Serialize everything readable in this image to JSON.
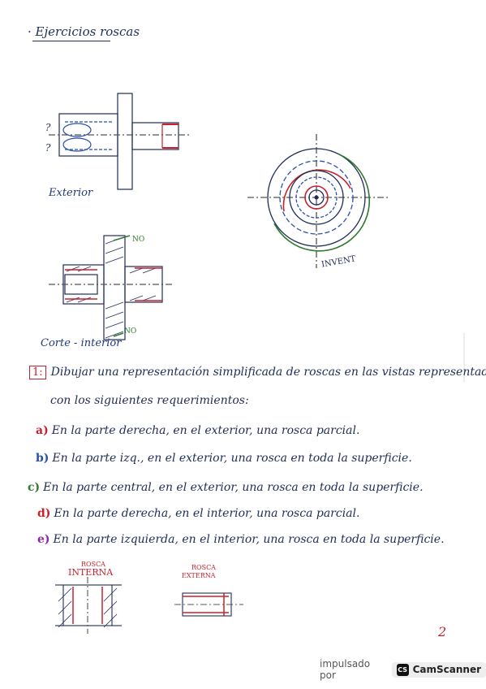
{
  "page": {
    "title": "· Ejercicios roscas",
    "labels": {
      "exterior": "Exterior",
      "corte_interior": "Corte - interior",
      "no_top": "NO",
      "no_bottom": "NO",
      "invent": "INVENT",
      "question": "?"
    },
    "exercise": {
      "number": "1:",
      "statement_line1": "Dibujar una representación simplificada de roscas en las vistas representadas",
      "statement_line2": "con los siguientes requerimientos:",
      "items": [
        {
          "mark": "a)",
          "text": "En la parte derecha, en el exterior, una rosca parcial."
        },
        {
          "mark": "b)",
          "text": "En la parte izq., en el exterior, una rosca en toda la superficie."
        },
        {
          "mark": "c)",
          "text": "En la parte central, en el exterior, una rosca en toda la superficie."
        },
        {
          "mark": "d)",
          "text": "En la parte derecha, en el interior, una rosca parcial."
        },
        {
          "mark": "e)",
          "text": "En la parte izquierda, en el interior, una rosca en toda la superficie."
        }
      ]
    },
    "legend": {
      "rosca_interna_top": "ROSCA",
      "rosca_interna_bottom": "INTERNA",
      "rosca_externa_top": "ROSCA",
      "rosca_externa_bottom": "EXTERNA"
    },
    "page_number": "2",
    "footer": {
      "powered_by": "impulsado por",
      "brand_icon": "CS",
      "brand_name": "CamScanner"
    },
    "colors": {
      "ink": "#1e2d55",
      "red": "#c8202c",
      "green": "#2e7a2e",
      "blue": "#1e3a7a"
    }
  }
}
